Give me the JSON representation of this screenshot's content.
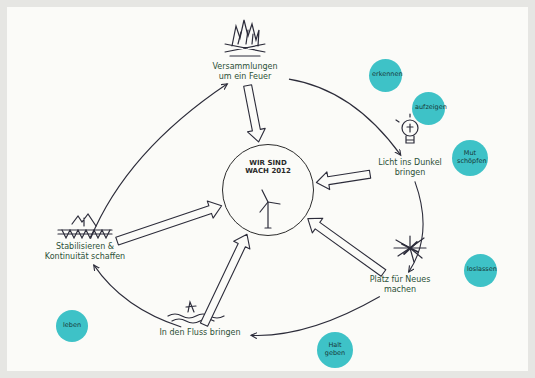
{
  "diagram": {
    "nodes": [
      {
        "text": [
          "Versammlungen um ein Feuer"
        ]
      },
      {
        "text": [
          "Licht ins Dunkel bringen"
        ]
      },
      {
        "text": [
          "Platz für Neues machen"
        ]
      },
      {
        "text": [
          "In den Fluss bringen"
        ]
      },
      {
        "text": [
          "Stabilisieren & Kontinuität schaffen"
        ]
      },
      {
        "text": [
          "WIR SIND WACH 2012"
        ]
      },
      {
        "text": [
          "erkennen"
        ]
      },
      {
        "text": [
          "aufzeigen"
        ]
      },
      {
        "text": [
          "Mut schöpfen"
        ]
      },
      {
        "text": [
          "loslassen"
        ]
      },
      {
        "text": [
          "leben"
        ]
      },
      {
        "text": [
          "Halt geben"
        ]
      }
    ],
    "edges": [
      {
        "from": 0,
        "to": 1,
        "arrow": "to"
      },
      {
        "from": 1,
        "to": 2,
        "arrow": "to"
      },
      {
        "from": 2,
        "to": 3,
        "arrow": "to"
      },
      {
        "from": 3,
        "to": 4,
        "arrow": "to"
      },
      {
        "from": 4,
        "to": 0,
        "arrow": "to"
      },
      {
        "from": 0,
        "to": 5,
        "arrow": "to"
      },
      {
        "from": 1,
        "to": 5,
        "arrow": "to"
      },
      {
        "from": 2,
        "to": 5,
        "arrow": "to"
      },
      {
        "from": 3,
        "to": 5,
        "arrow": "to"
      },
      {
        "from": 4,
        "to": 5,
        "arrow": "to"
      }
    ]
  }
}
